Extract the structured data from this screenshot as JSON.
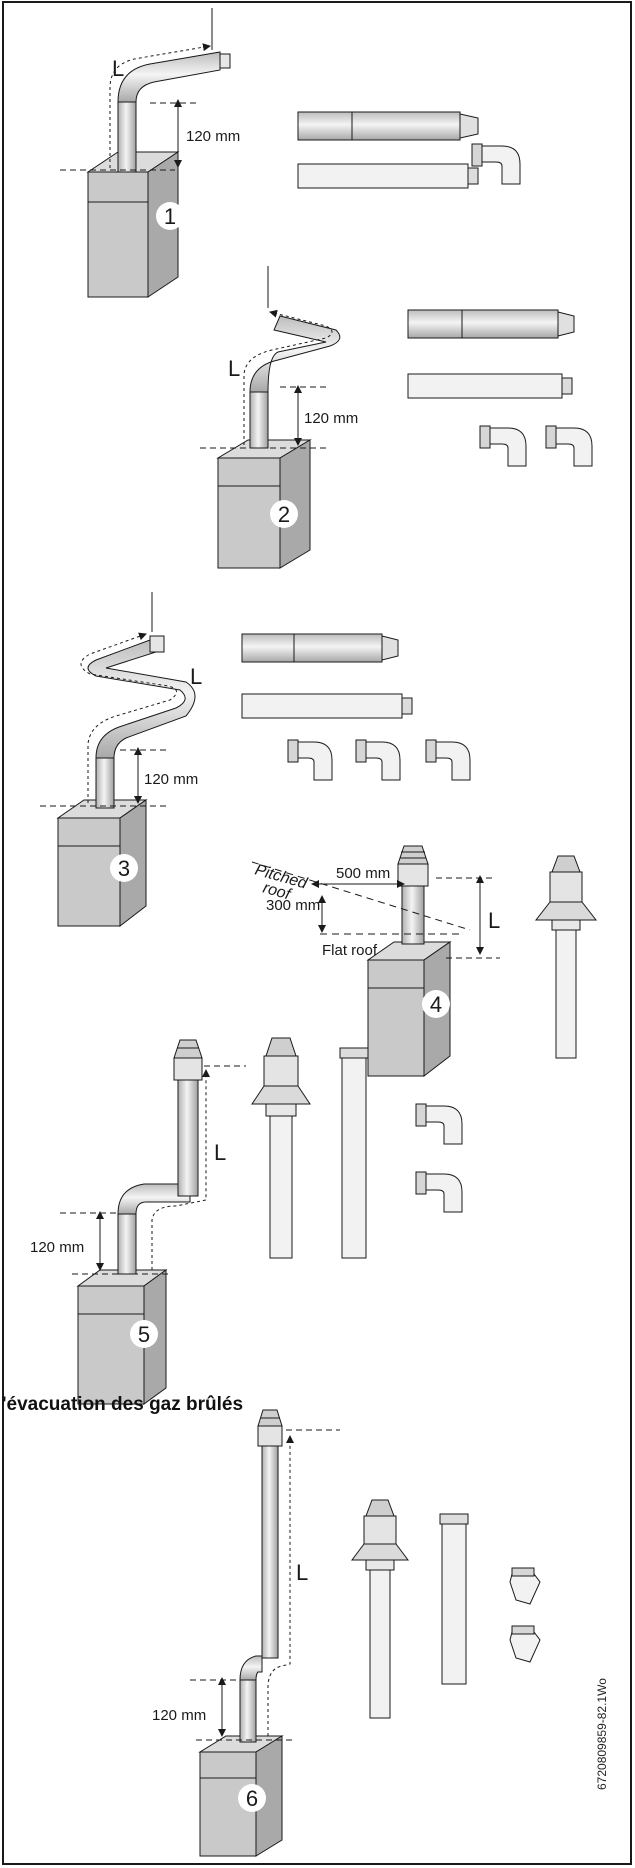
{
  "heading": "'évacuation des gaz brûlés",
  "doc_code": "6720809859-82.1Wo",
  "labels": {
    "length": "L",
    "offset_120": "120 mm",
    "pitched_roof_1": "Pitched",
    "pitched_roof_2": "roof",
    "flat_roof": "Flat roof",
    "dist_500": "500 mm",
    "dist_300": "300 mm"
  },
  "configurations": [
    {
      "number": "1"
    },
    {
      "number": "2"
    },
    {
      "number": "3"
    },
    {
      "number": "4"
    },
    {
      "number": "5"
    },
    {
      "number": "6"
    }
  ],
  "colors": {
    "boiler_front": "#c9c9c9",
    "boiler_side": "#a9a9a9",
    "boiler_top": "#dcdcdc",
    "pipe": "#ececec",
    "line": "#1a1a1a",
    "badge": "#ffffff"
  }
}
